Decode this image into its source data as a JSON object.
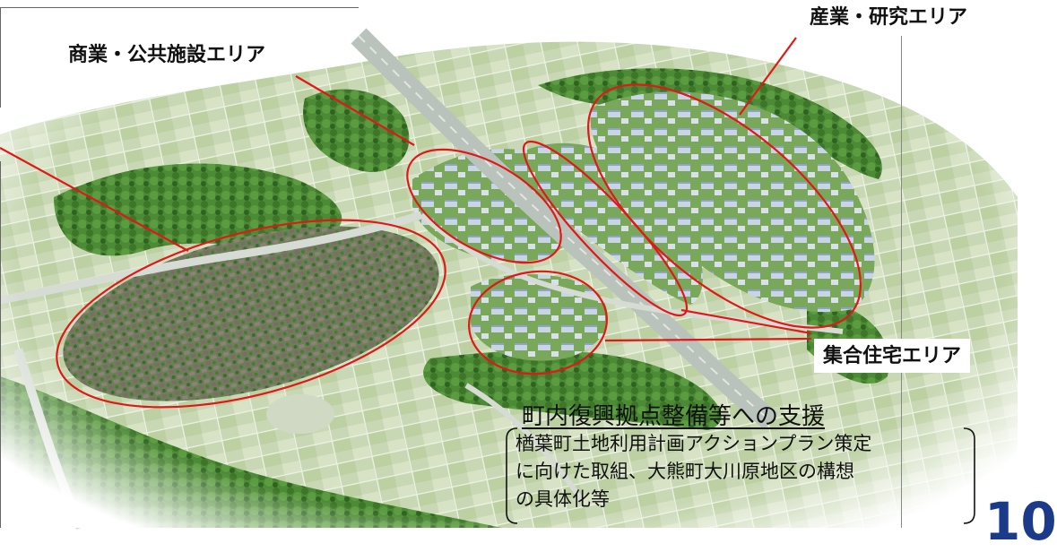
{
  "labels": {
    "commercial": "商業・公共施設エリア",
    "industry": "産業・研究エリア",
    "housing": "集合住宅エリア"
  },
  "support": {
    "title": "町内復興拠点整備等への支援",
    "body": "楢葉町土地利用計画アクションプラン策定\nに向けた取組、大熊町大川原地区の構想\nの具体化等"
  },
  "page_number": "10",
  "colors": {
    "ellipse": "#e01818",
    "leader": "#e01818",
    "page_number": "#1b3a8a",
    "vegetation": "#4e8a35",
    "road": "#c8cfc8"
  }
}
